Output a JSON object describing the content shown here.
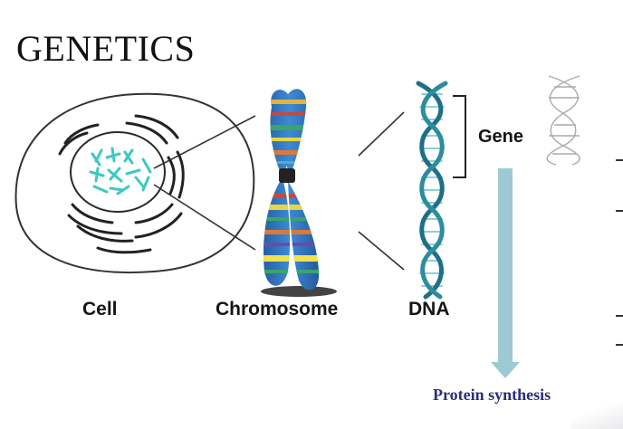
{
  "title": "GENETICS",
  "labels": {
    "cell": "Cell",
    "chromosome": "Chromosome",
    "dna": "DNA",
    "gene": "Gene",
    "protein": "Protein synthesis"
  },
  "colors": {
    "chromatin": "#3ec9c0",
    "chromosome_blue": "#2a6fb5",
    "dna_teal": "#2d8c9e",
    "arrow": "#9cc9d3",
    "protein_text": "#2e2e7a"
  }
}
